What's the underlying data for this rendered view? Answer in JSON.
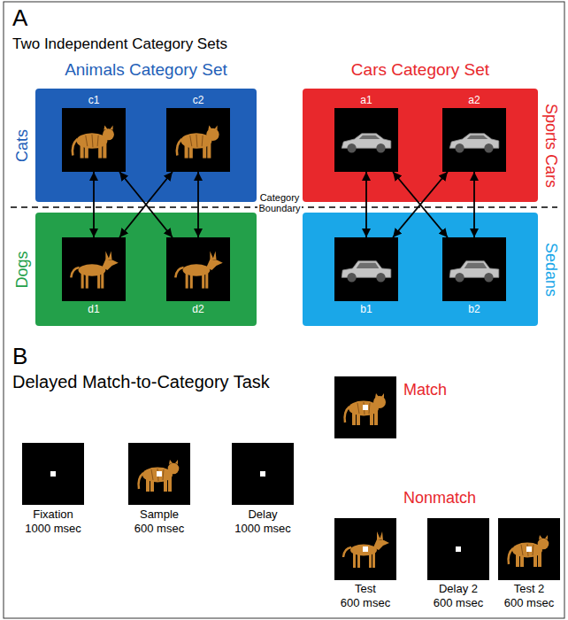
{
  "diagram": {
    "nodes": [
      {
        "text": [
          "Cats"
        ]
      },
      {
        "text": [
          "c1"
        ],
        "in": 0
      },
      {
        "text": [
          "c2"
        ],
        "in": 0
      },
      {
        "text": [
          "Dogs"
        ]
      },
      {
        "text": [
          "d1"
        ],
        "in": 3
      },
      {
        "text": [
          "d2"
        ],
        "in": 3
      },
      {
        "text": [
          "Sports Cars"
        ]
      },
      {
        "text": [
          "a1"
        ],
        "in": 6
      },
      {
        "text": [
          "a2"
        ],
        "in": 6
      },
      {
        "text": [
          "Sedans"
        ]
      },
      {
        "text": [
          "b1"
        ],
        "in": 9
      },
      {
        "text": [
          "b2"
        ],
        "in": 9
      }
    ],
    "edges": [
      {
        "from": 1,
        "to": 4,
        "arrow": "both"
      },
      {
        "from": 1,
        "to": 5,
        "arrow": "both"
      },
      {
        "from": 2,
        "to": 4,
        "arrow": "both"
      },
      {
        "from": 2,
        "to": 5,
        "arrow": "both"
      },
      {
        "from": 7,
        "to": 10,
        "arrow": "both"
      },
      {
        "from": 7,
        "to": 11,
        "arrow": "both"
      },
      {
        "from": 8,
        "to": 10,
        "arrow": "both"
      },
      {
        "from": 8,
        "to": 11,
        "arrow": "both"
      }
    ],
    "labels": [
      "A",
      "Two Independent Category Sets",
      "Animals Category Set",
      "Cars Category Set",
      "Category Boundary",
      "B",
      "Delayed Match-to-Category Task",
      "Fixation",
      "1000 msec",
      "Sample",
      "600 msec",
      "Delay",
      "1000 msec",
      "Match",
      "Nonmatch",
      "Test",
      "600 msec",
      "Delay 2",
      "600 msec",
      "Test 2",
      "600 msec"
    ]
  }
}
